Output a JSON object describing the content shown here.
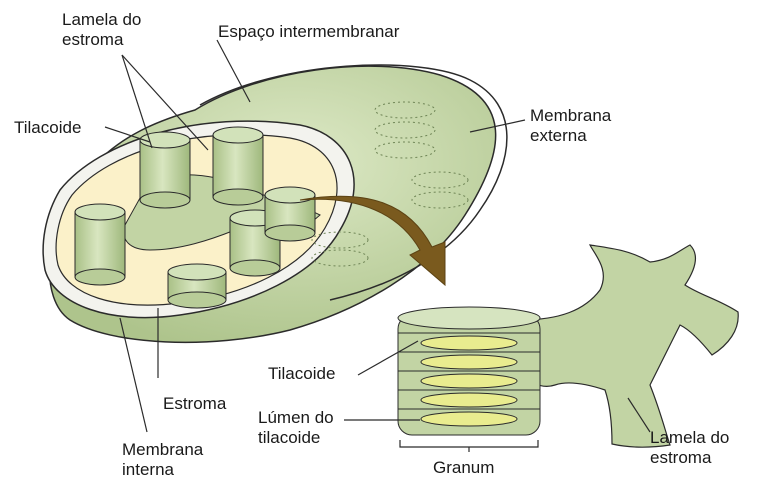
{
  "labels": {
    "lamela_top": [
      "Lamela do",
      "estroma"
    ],
    "espaco": "Espaço intermembranar",
    "tilacoide_top": "Tilacoide",
    "membrana_externa": [
      "Membrana",
      "externa"
    ],
    "tilacoide_granum": "Tilacoide",
    "estroma": "Estroma",
    "lumen": [
      "Lúmen do",
      "tilacoide"
    ],
    "membrana_interna": [
      "Membrana",
      "interna"
    ],
    "granum": "Granum",
    "lamela_bottom": [
      "Lamela do",
      "estroma"
    ]
  },
  "colors": {
    "outer_green": "#c9dbad",
    "inner_cream": "#fbf1c9",
    "stack_green": "#c2d4a4",
    "lumen_yellow": "#e9ec8f",
    "arrow_brown": "#7a5a1e",
    "outline": "#2b2b2b"
  }
}
